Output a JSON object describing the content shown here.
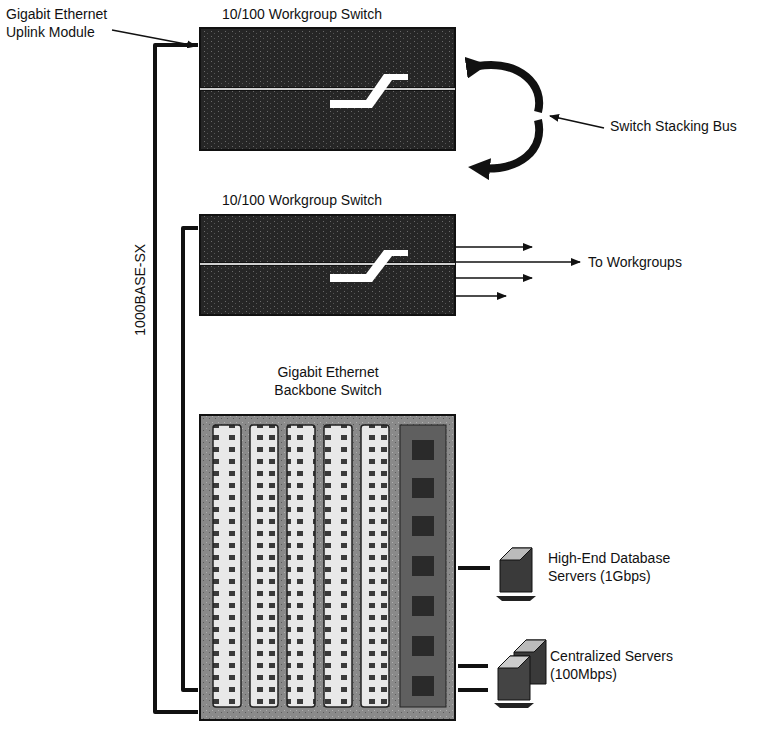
{
  "diagram": {
    "nodes": [
      {
        "text": [
          "10/100 Workgroup Switch"
        ]
      },
      {
        "text": [
          "10/100 Workgroup Switch"
        ]
      },
      {
        "text": [
          "Gigabit Ethernet Backbone Switch"
        ]
      },
      {
        "text": [
          "High-End Database Servers (1Gbps)"
        ]
      },
      {
        "text": [
          "Centralized Servers (100Mbps)"
        ]
      }
    ],
    "edges": [
      {
        "from": 2,
        "to": 0,
        "arrow": "none",
        "label": "1000BASE-SX"
      },
      {
        "from": 2,
        "to": 1,
        "arrow": "none"
      },
      {
        "from": 2,
        "to": 3,
        "arrow": "none"
      },
      {
        "from": 2,
        "to": 4,
        "arrow": "none"
      },
      {
        "from": 2,
        "to": 4,
        "arrow": "none"
      }
    ],
    "labels": [
      "Gigabit Ethernet Uplink Module",
      "Switch Stacking Bus",
      "To Workgroups"
    ]
  }
}
